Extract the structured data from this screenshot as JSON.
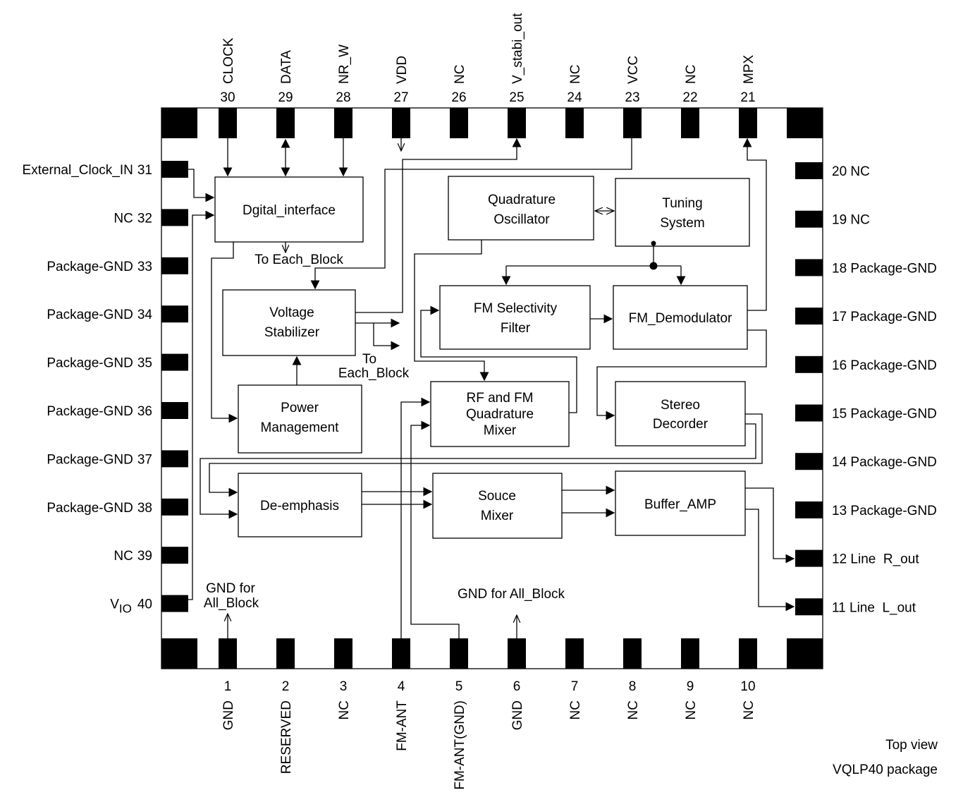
{
  "pins_top": [
    {
      "num": "30",
      "name": "CLOCK"
    },
    {
      "num": "29",
      "name": "DATA"
    },
    {
      "num": "28",
      "name": "NR_W"
    },
    {
      "num": "27",
      "name": "VDD"
    },
    {
      "num": "26",
      "name": "NC"
    },
    {
      "num": "25",
      "name": "V_stabi_out"
    },
    {
      "num": "24",
      "name": "NC"
    },
    {
      "num": "23",
      "name": "VCC"
    },
    {
      "num": "22",
      "name": "NC"
    },
    {
      "num": "21",
      "name": "MPX"
    }
  ],
  "pins_bottom": [
    {
      "num": "1",
      "name": "GND"
    },
    {
      "num": "2",
      "name": "RESERVED"
    },
    {
      "num": "3",
      "name": "NC"
    },
    {
      "num": "4",
      "name": "FM-ANT"
    },
    {
      "num": "5",
      "name": "FM-ANT(GND)"
    },
    {
      "num": "6",
      "name": "GND"
    },
    {
      "num": "7",
      "name": "NC"
    },
    {
      "num": "8",
      "name": "NC"
    },
    {
      "num": "9",
      "name": "NC"
    },
    {
      "num": "10",
      "name": "NC"
    }
  ],
  "pins_left": [
    {
      "num": "31",
      "name": "External_Clock_IN"
    },
    {
      "num": "32",
      "name": "NC"
    },
    {
      "num": "33",
      "name": "Package-GND"
    },
    {
      "num": "34",
      "name": "Package-GND"
    },
    {
      "num": "35",
      "name": "Package-GND"
    },
    {
      "num": "36",
      "name": "Package-GND"
    },
    {
      "num": "37",
      "name": "Package-GND"
    },
    {
      "num": "38",
      "name": "Package-GND"
    },
    {
      "num": "39",
      "name": "NC"
    },
    {
      "num": "40",
      "name": "V",
      "sub": "IO"
    }
  ],
  "pins_right": [
    {
      "num": "20",
      "name": "NC"
    },
    {
      "num": "19",
      "name": "NC"
    },
    {
      "num": "18",
      "name": "Package-GND"
    },
    {
      "num": "17",
      "name": "Package-GND"
    },
    {
      "num": "16",
      "name": "Package-GND"
    },
    {
      "num": "15",
      "name": "Package-GND"
    },
    {
      "num": "14",
      "name": "Package-GND"
    },
    {
      "num": "13",
      "name": "Package-GND"
    },
    {
      "num": "12",
      "name": "Line  R_out"
    },
    {
      "num": "11",
      "name": "Line  L_out"
    }
  ],
  "blocks": {
    "digital_interface": [
      "Dgital_interface"
    ],
    "quadrature_oscillator": [
      "Quadrature",
      "Oscillator"
    ],
    "tuning_system": [
      "Tuning",
      "System"
    ],
    "voltage_stabilizer": [
      "Voltage",
      "Stabilizer"
    ],
    "fm_selectivity_filter": [
      "FM Selectivity",
      "Filter"
    ],
    "fm_demodulator": [
      "FM_Demodulator"
    ],
    "power_management": [
      "Power",
      "Management"
    ],
    "rf_fm_mixer": [
      "RF and FM",
      "Quadrature",
      "Mixer"
    ],
    "stereo_decoder": [
      "Stereo",
      "Decorder"
    ],
    "de_emphasis": [
      "De-emphasis"
    ],
    "source_mixer": [
      "Souce",
      "Mixer"
    ],
    "buffer_amp": [
      "Buffer_AMP"
    ]
  },
  "notes": {
    "to_each_block_1": "To Each_Block",
    "to_each_block_2": [
      "To",
      "Each_Block"
    ],
    "gnd_for": [
      "GND for",
      "All_Block"
    ],
    "gnd_for_all": "GND for All_Block",
    "top_view": "Top view",
    "package": "VQLP40 package"
  }
}
